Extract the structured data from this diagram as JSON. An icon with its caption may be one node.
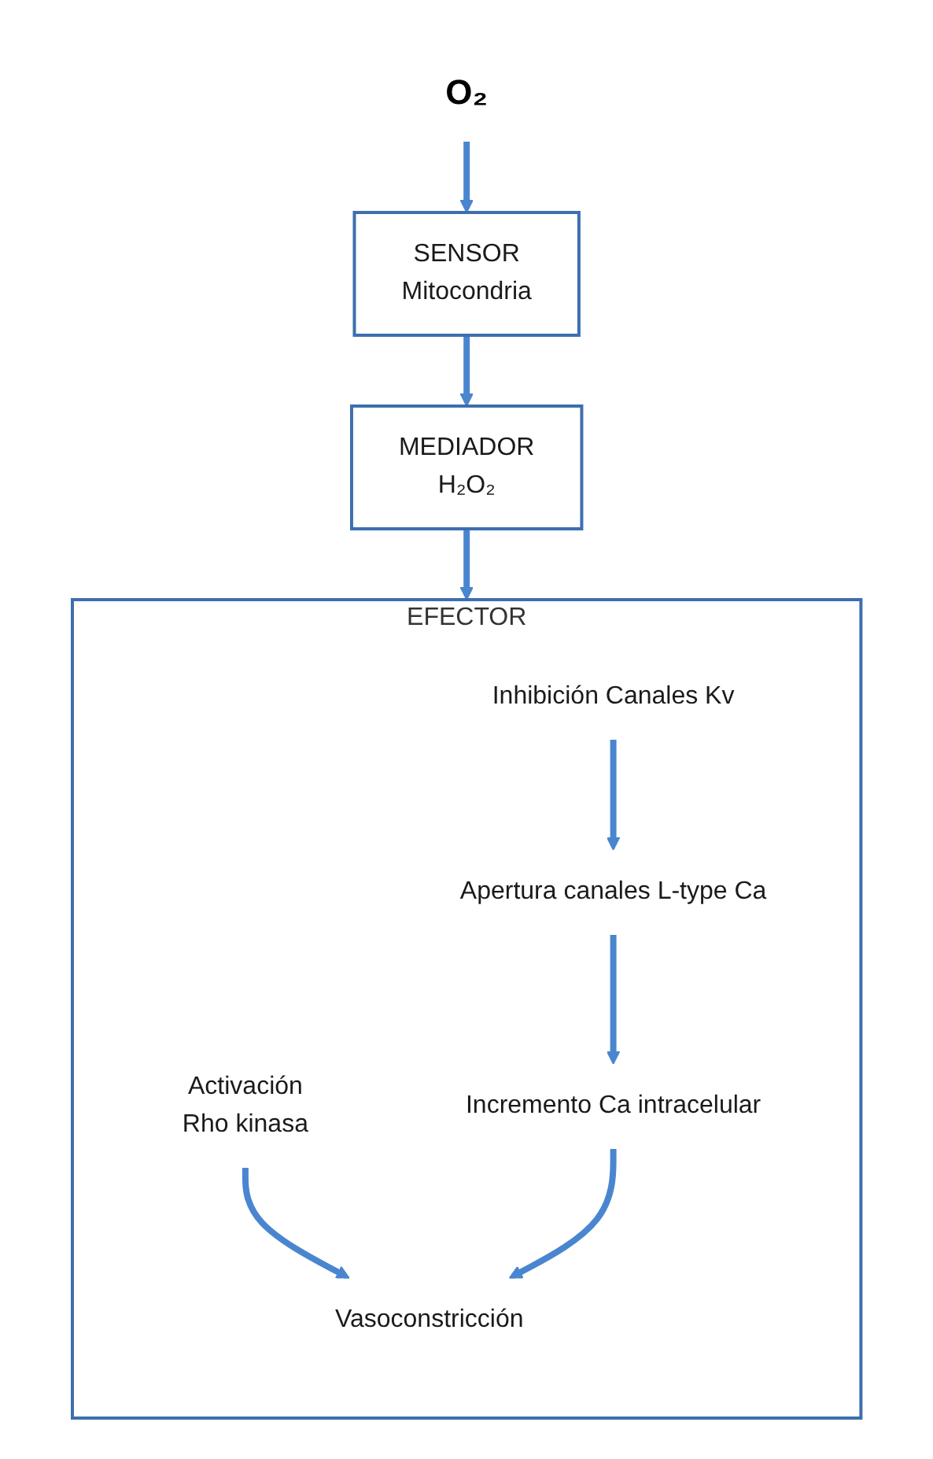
{
  "diagram": {
    "nodes": [
      {
        "text": [
          "O₂"
        ]
      },
      {
        "text": [
          "SENSOR",
          "Mitocondria"
        ]
      },
      {
        "text": [
          "MEDIADOR",
          "H₂O₂"
        ]
      },
      {
        "text": [
          "EFECTOR"
        ]
      },
      {
        "text": [
          "Inhibición Canales Kv"
        ],
        "in": 3
      },
      {
        "text": [
          "Activación",
          "Rho kinasa"
        ],
        "in": 3
      },
      {
        "text": [
          "Apertura canales L-type Ca"
        ],
        "in": 3
      },
      {
        "text": [
          "Vasoconstricción"
        ],
        "in": 3
      },
      {
        "text": [
          "Incremento Ca intracelular"
        ],
        "in": 3
      }
    ],
    "edges": [
      {
        "from": 0,
        "to": 1,
        "arrow": "to"
      },
      {
        "from": 1,
        "to": 2,
        "arrow": "to"
      },
      {
        "from": 2,
        "to": 3,
        "arrow": "to"
      },
      {
        "from": 4,
        "to": 6,
        "arrow": "to"
      },
      {
        "from": 6,
        "to": 8,
        "arrow": "to"
      },
      {
        "from": 5,
        "to": 7,
        "arrow": "to"
      },
      {
        "from": 8,
        "to": 7,
        "arrow": "to"
      }
    ]
  }
}
